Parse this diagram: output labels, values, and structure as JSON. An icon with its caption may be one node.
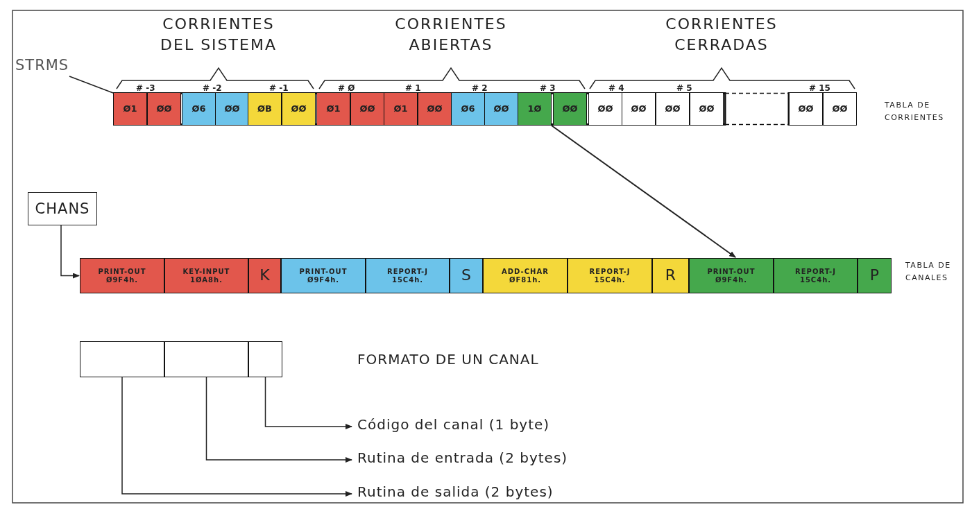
{
  "diagram": {
    "nodes": [
      {
        "text": [
          "STRMS"
        ]
      },
      {
        "text": [],
        "shape": "box",
        "beside": [
          "TABLA DE CORRIENTES"
        ]
      },
      {
        "text": [
          "Ø1"
        ],
        "in": 1
      },
      {
        "text": [
          "ØØ"
        ],
        "in": 1
      },
      {
        "text": [
          "Ø6"
        ],
        "in": 1
      },
      {
        "text": [
          "ØØ"
        ],
        "in": 1
      },
      {
        "text": [
          "ØB"
        ],
        "in": 1
      },
      {
        "text": [
          "ØØ"
        ],
        "in": 1
      },
      {
        "text": [
          "Ø1"
        ],
        "in": 1
      },
      {
        "text": [
          "ØØ"
        ],
        "in": 1
      },
      {
        "text": [
          "Ø1"
        ],
        "in": 1
      },
      {
        "text": [
          "ØØ"
        ],
        "in": 1
      },
      {
        "text": [
          "Ø6"
        ],
        "in": 1
      },
      {
        "text": [
          "ØØ"
        ],
        "in": 1
      },
      {
        "text": [
          "1Ø"
        ],
        "in": 1
      },
      {
        "text": [
          "ØØ"
        ],
        "in": 1
      },
      {
        "text": [
          "ØØ"
        ],
        "in": 1
      },
      {
        "text": [
          "ØØ"
        ],
        "in": 1
      },
      {
        "text": [
          "ØØ"
        ],
        "in": 1
      },
      {
        "text": [
          "ØØ"
        ],
        "in": 1
      },
      {
        "text": [
          "ØØ"
        ],
        "in": 1
      },
      {
        "text": [
          "ØØ"
        ],
        "in": 1
      },
      {
        "text": [
          "CHANS"
        ]
      },
      {
        "text": [],
        "shape": "box",
        "beside": [
          "TABLA DE CANALES"
        ]
      },
      {
        "text": [
          "PRINT-OUT",
          "Ø9F4h."
        ],
        "in": 23
      },
      {
        "text": [
          "KEY-INPUT",
          "1ØA8h."
        ],
        "in": 23
      },
      {
        "text": [
          "K"
        ],
        "in": 23
      },
      {
        "text": [
          "PRINT-OUT",
          "Ø9F4h."
        ],
        "in": 23
      },
      {
        "text": [
          "REPORT-J",
          "15C4h."
        ],
        "in": 23
      },
      {
        "text": [
          "S"
        ],
        "in": 23
      },
      {
        "text": [
          "ADD-CHAR",
          "ØF81h."
        ],
        "in": 23
      },
      {
        "text": [
          "REPORT-J",
          "15C4h."
        ],
        "in": 23
      },
      {
        "text": [
          "R"
        ],
        "in": 23
      },
      {
        "text": [
          "PRINT-OUT",
          "Ø9F4h."
        ],
        "in": 23
      },
      {
        "text": [
          "REPORT-J",
          "15C4h."
        ],
        "in": 23
      },
      {
        "text": [
          "P"
        ],
        "in": 23
      },
      {
        "text": [],
        "shape": "box"
      },
      {
        "text": [],
        "shape": "box",
        "in": 36
      },
      {
        "text": [],
        "shape": "box",
        "in": 36
      },
      {
        "text": [],
        "shape": "box",
        "in": 36
      },
      {
        "text": [
          "Código del canal (1 byte)"
        ]
      },
      {
        "text": [
          "Rutina de entrada (2 bytes)"
        ]
      },
      {
        "text": [
          "Rutina de salida (2 bytes)"
        ]
      }
    ],
    "edges": [
      {
        "from": 0,
        "to": 2,
        "arrow": "none"
      },
      {
        "from": 14,
        "to": 33,
        "arrow": "to"
      },
      {
        "from": 22,
        "to": 24,
        "arrow": "to"
      },
      {
        "from": 39,
        "to": 40,
        "arrow": "to"
      },
      {
        "from": 38,
        "to": 41,
        "arrow": "to"
      },
      {
        "from": 37,
        "to": 42,
        "arrow": "to"
      }
    ],
    "labels": [
      "CORRIENTES DEL SISTEMA",
      "CORRIENTES ABIERTAS",
      "CORRIENTES CERRADAS",
      "# -3",
      "# -2",
      "# -1",
      "# Ø",
      "# 1",
      "# 2",
      "# 3",
      "# 4",
      "# 5",
      "# 15",
      "FORMATO DE UN CANAL"
    ]
  }
}
